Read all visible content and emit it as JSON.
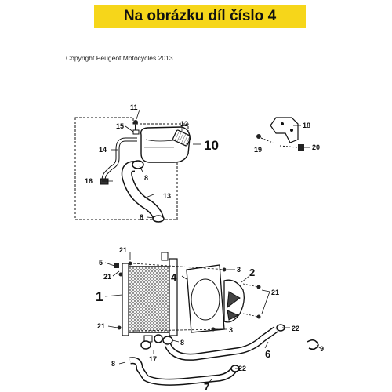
{
  "header": {
    "banner_text": "Na obrázku díl číslo 4",
    "banner_color": "#f6d61a"
  },
  "copyright": "Copyright Peugeot Motocycles 2013",
  "callouts": {
    "c1": "1",
    "c2": "2",
    "c3a": "3",
    "c3b": "3",
    "c4": "4",
    "c5": "5",
    "c6": "6",
    "c7": "7",
    "c8a": "8",
    "c8b": "8",
    "c8c": "8",
    "c8d": "8",
    "c9": "9",
    "c10": "10",
    "c11": "11",
    "c12": "12",
    "c13": "13",
    "c14": "14",
    "c15": "15",
    "c16": "16",
    "c17": "17",
    "c18": "18",
    "c19": "19",
    "c20": "20",
    "c21a": "21",
    "c21b": "21",
    "c21c": "21",
    "c21d": "21",
    "c22a": "22",
    "c22b": "22"
  }
}
